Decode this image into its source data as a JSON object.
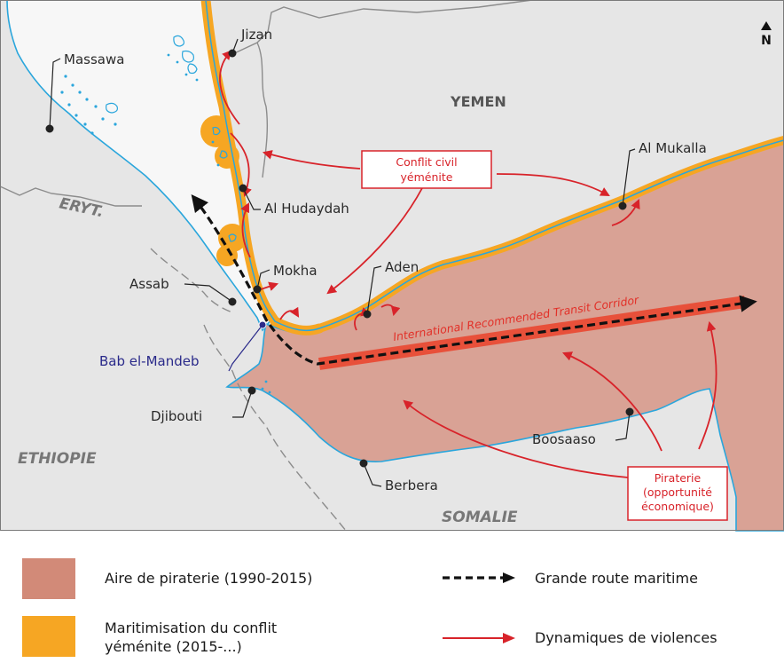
{
  "compass": {
    "label": "N"
  },
  "countries": {
    "yemen": "YEMEN",
    "eritrea": "ERYT.",
    "ethiopia": "ETHIOPIE",
    "somalia": "SOMALIE"
  },
  "cities": {
    "jizan": "Jizan",
    "massawa": "Massawa",
    "al_hudaydah": "Al Hudaydah",
    "mokha": "Mokha",
    "assab": "Assab",
    "aden": "Aden",
    "al_mukalla": "Al Mukalla",
    "djibouti": "Djibouti",
    "boosaaso": "Boosaaso",
    "berbera": "Berbera"
  },
  "strait": {
    "label": "Bab el-Mandeb"
  },
  "corridor": {
    "label": "International Recommended Transit Corridor"
  },
  "boxes": {
    "civil_war": [
      "Conflit civil",
      "yéménite"
    ],
    "piracy": [
      "Piraterie",
      "(opportunité",
      "économique)"
    ]
  },
  "legend": {
    "piracy_area": "Aire de piraterie (1990-2015)",
    "maritimisation": [
      "Maritimisation du conflit",
      "yéménite (2015-...)"
    ],
    "sea_route": "Grande route maritime",
    "violence": "Dynamiques de violences"
  },
  "colors": {
    "sea_white": "#f7f7f7",
    "land": "#e6e6e6",
    "coast": "#2aa6dc",
    "piracy": "#d9a295",
    "conflict": "#f6a623",
    "red": "#d8232a",
    "corridor": "#e8503a",
    "border": "#999999"
  }
}
